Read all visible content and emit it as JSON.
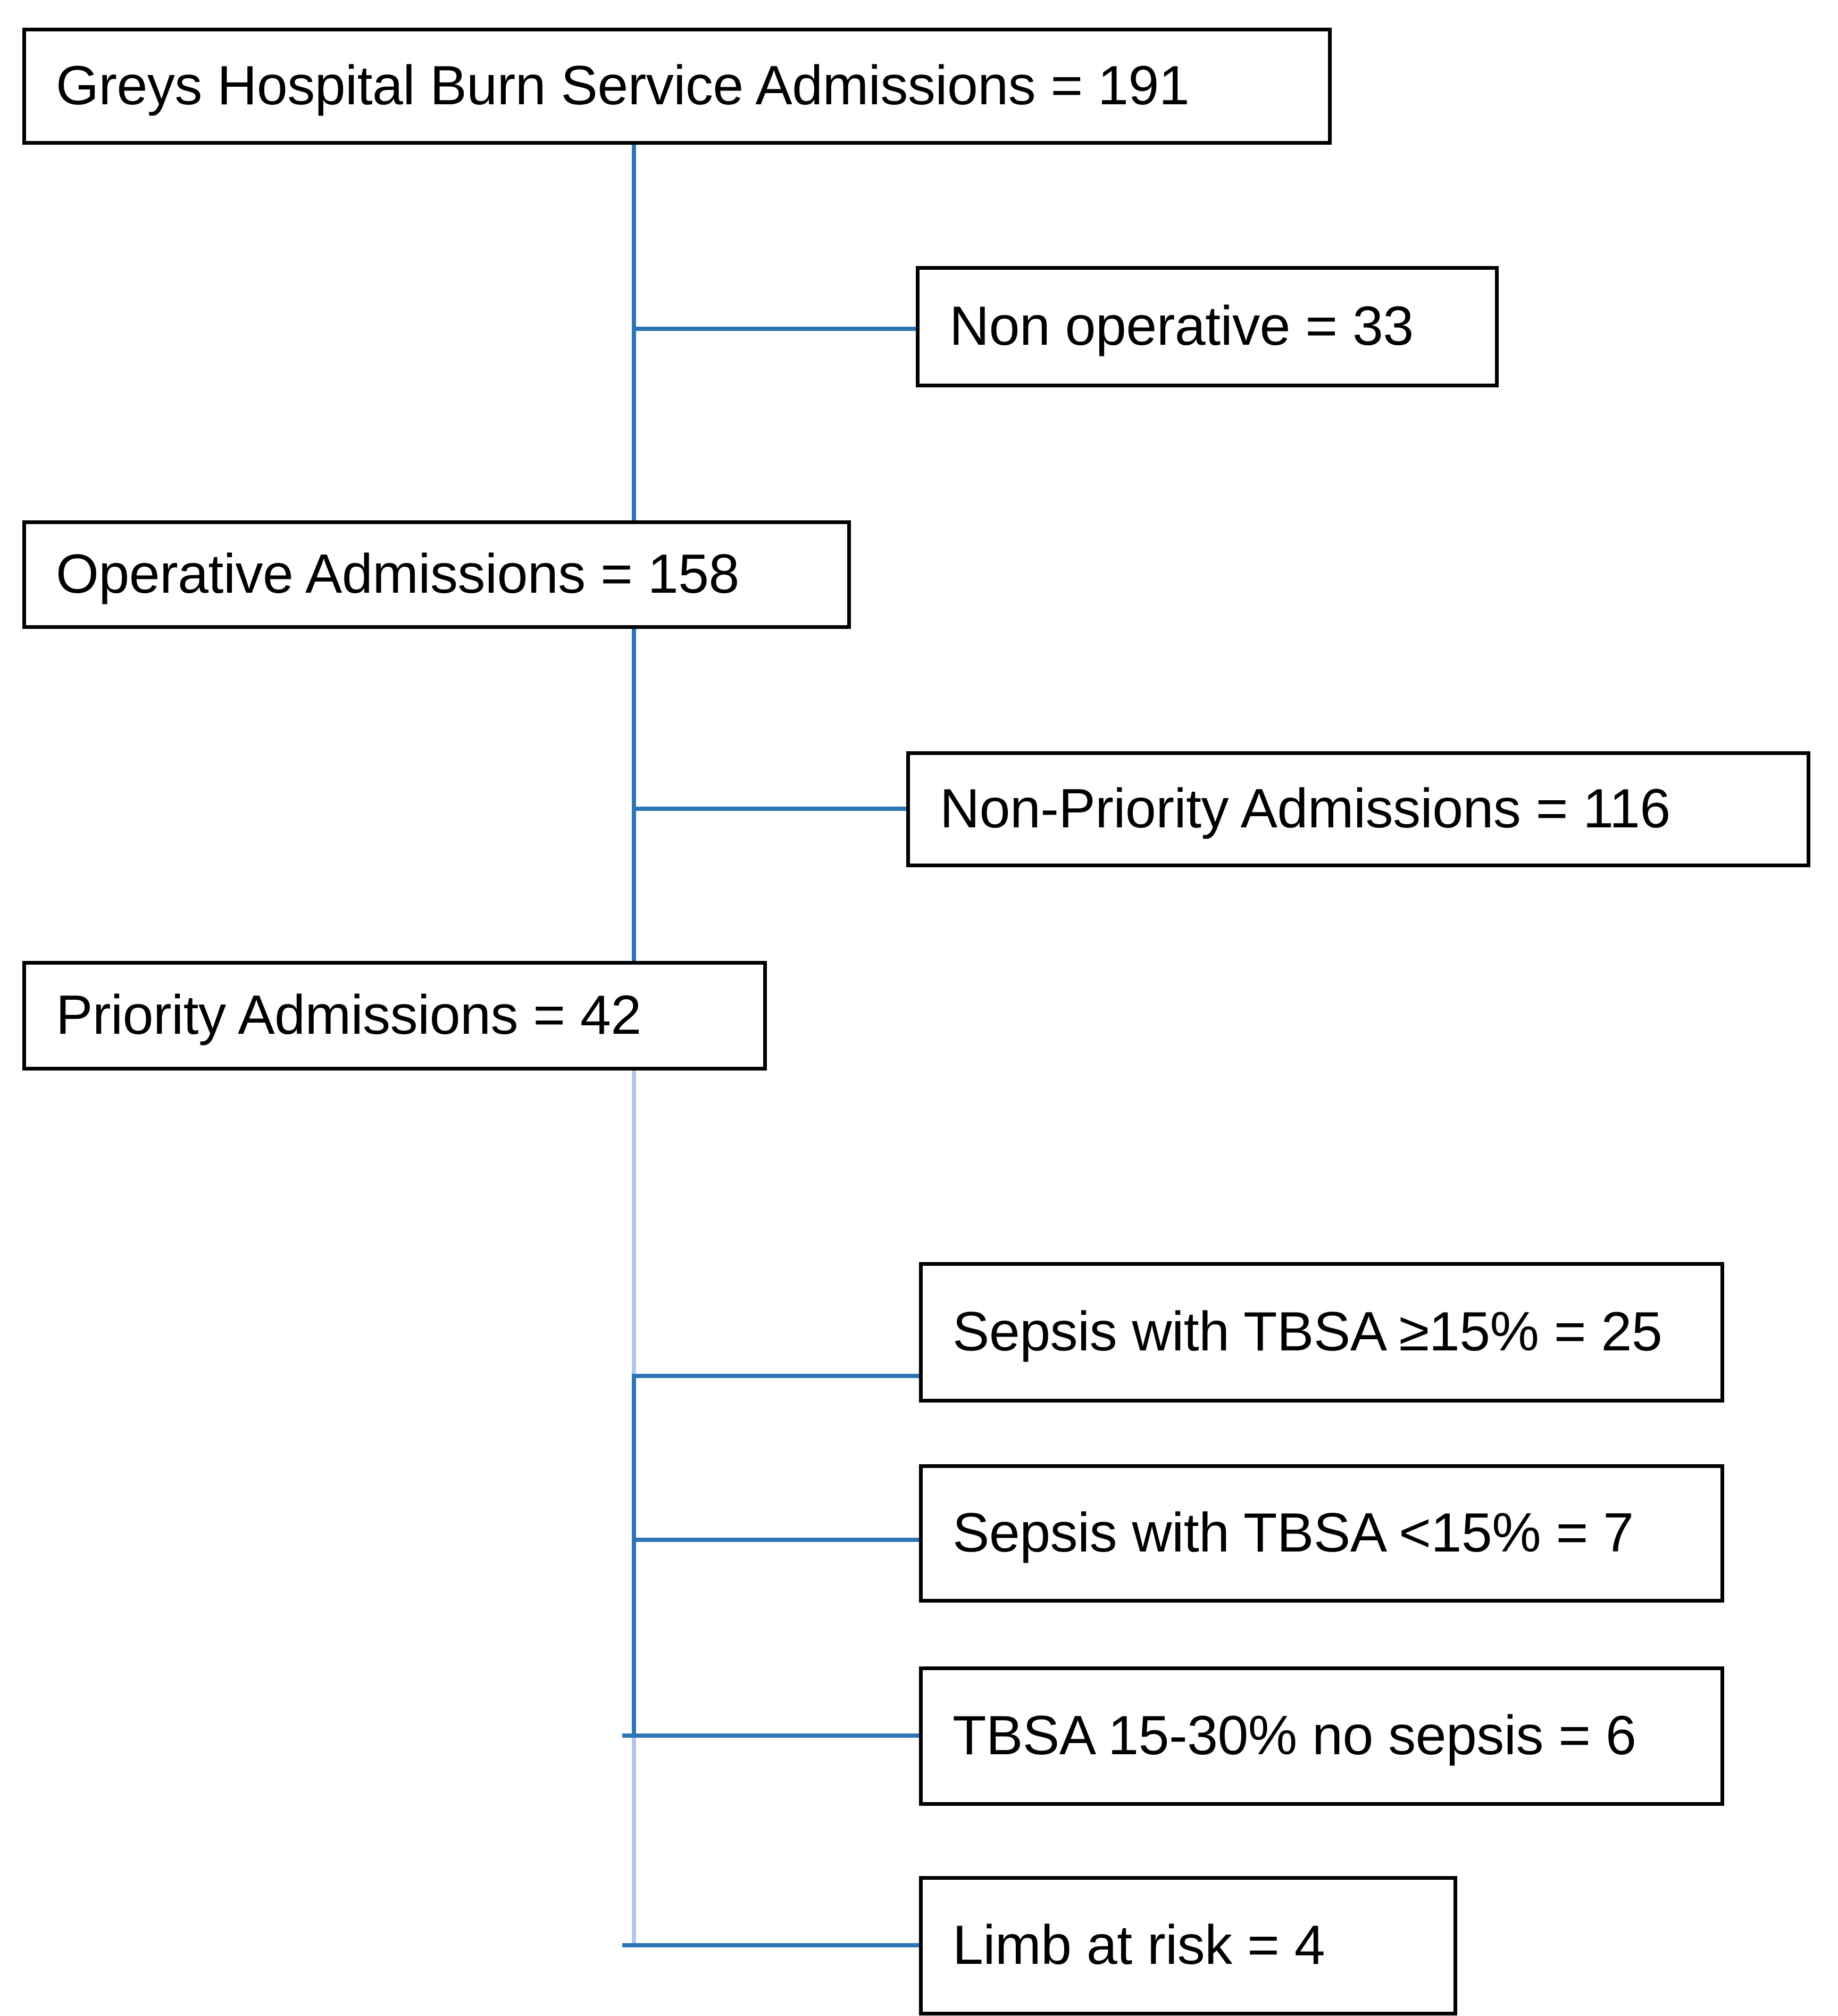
{
  "diagram": {
    "title": "Greys Hospital Burn Service Admissions flowchart",
    "colors": {
      "box_border": "#000000",
      "box_fill": "#FFFFFF",
      "connector": "#2E75B6",
      "connector_faded": "#B4C7E7",
      "text": "#000000"
    },
    "nodes": [
      {
        "id": "total-admissions",
        "label": "Greys Hospital Burn Service Admissions = 191",
        "value": 191
      },
      {
        "id": "non-operative",
        "label": "Non operative = 33",
        "value": 33
      },
      {
        "id": "operative-admissions",
        "label": "Operative Admissions = 158",
        "value": 158
      },
      {
        "id": "non-priority-admissions",
        "label": "Non-Priority Admissions = 116",
        "value": 116
      },
      {
        "id": "priority-admissions",
        "label": "Priority Admissions  =  42",
        "value": 42
      },
      {
        "id": "sepsis-tbsa-ge15",
        "label": "Sepsis with TBSA ≥15% = 25",
        "value": 25
      },
      {
        "id": "sepsis-tbsa-lt15",
        "label": "Sepsis with TBSA <15% = 7",
        "value": 7
      },
      {
        "id": "tbsa-15-30-no-sepsis",
        "label": "TBSA 15-30% no sepsis = 6",
        "value": 6
      },
      {
        "id": "limb-at-risk",
        "label": "Limb at risk = 4",
        "value": 4
      }
    ]
  },
  "chart_data": {
    "type": "diagram",
    "title": "Greys Hospital Burn Service Admissions",
    "categories": [
      "Greys Hospital Burn Service Admissions",
      "Non operative",
      "Operative Admissions",
      "Non-Priority Admissions",
      "Priority Admissions",
      "Sepsis with TBSA ≥15%",
      "Sepsis with TBSA <15%",
      "TBSA 15-30% no sepsis",
      "Limb at risk"
    ],
    "values": [
      191,
      33,
      158,
      116,
      42,
      25,
      7,
      6,
      4
    ]
  }
}
